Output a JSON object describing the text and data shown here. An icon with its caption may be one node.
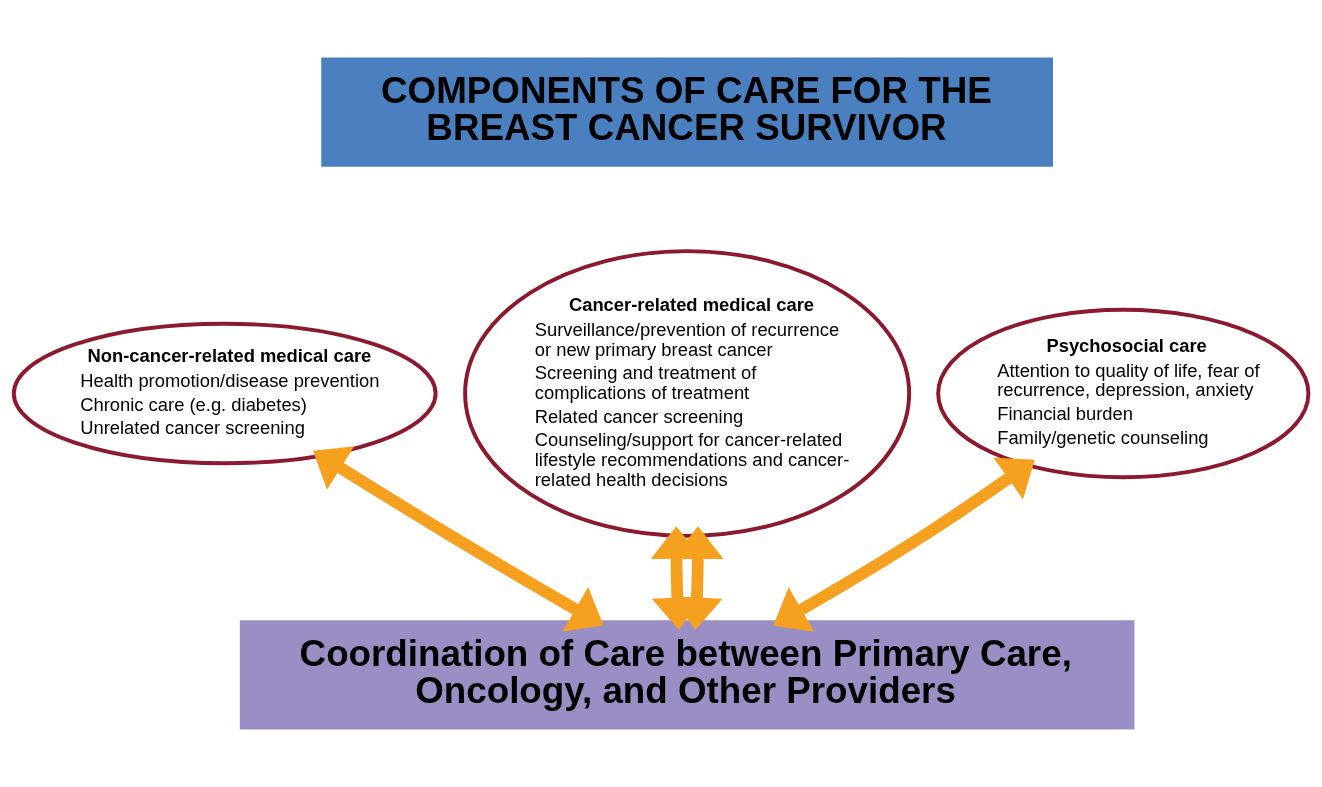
{
  "diagram": {
    "nodes": [
      {
        "text": [
          "COMPONENTS OF CARE FOR THE BREAST CANCER SURVIVOR"
        ]
      },
      {
        "text": [
          "Non-cancer-related medical care",
          "Health promotion/disease prevention",
          "Chronic care (e.g. diabetes)",
          "Unrelated cancer screening"
        ]
      },
      {
        "text": [
          "Cancer-related medical care",
          "Surveillance/prevention of recurrence or new primary breast cancer",
          "Screening and treatment of complications of treatment",
          "Related cancer screening",
          "Counseling/support for cancer-related lifestyle recommendations and cancer-related health decisions"
        ]
      },
      {
        "text": [
          "Psychosocial care",
          "Attention to quality of life, fear of recurrence, depression, anxiety",
          "Financial burden",
          "Family/genetic counseling"
        ]
      },
      {
        "text": [
          "Coordination of Care between Primary Care, Oncology, and Other Providers"
        ]
      }
    ],
    "edges": [
      {
        "from": 4,
        "to": 1,
        "arrow": "both"
      },
      {
        "from": 4,
        "to": 2,
        "arrow": "both"
      },
      {
        "from": 4,
        "to": 2,
        "arrow": "both"
      },
      {
        "from": 4,
        "to": 3,
        "arrow": "both"
      }
    ]
  }
}
